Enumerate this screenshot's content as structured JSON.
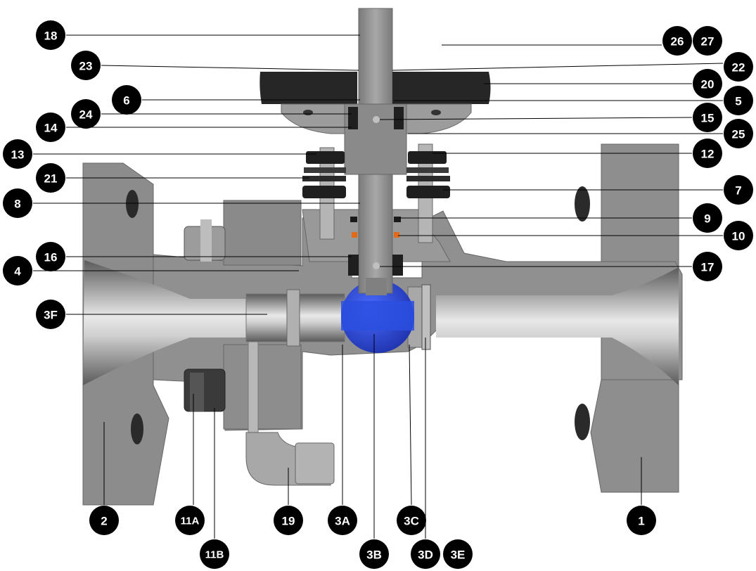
{
  "diagram": {
    "colors": {
      "body": "#8e8e8e",
      "body_light": "#b5b5b5",
      "body_dark": "#6e6e6e",
      "handle": "#262626",
      "ball": "#2244cc",
      "seal": "#e06a1a",
      "callout": "#000000",
      "callout_text": "#ffffff",
      "leader": "#000000"
    },
    "callouts": [
      {
        "id": "c18",
        "label": "18"
      },
      {
        "id": "c23",
        "label": "23"
      },
      {
        "id": "c6",
        "label": "6"
      },
      {
        "id": "c24",
        "label": "24"
      },
      {
        "id": "c14",
        "label": "14"
      },
      {
        "id": "c13",
        "label": "13"
      },
      {
        "id": "c21",
        "label": "21"
      },
      {
        "id": "c8",
        "label": "8"
      },
      {
        "id": "c16",
        "label": "16"
      },
      {
        "id": "c4",
        "label": "4"
      },
      {
        "id": "c3F",
        "label": "3F"
      },
      {
        "id": "c26",
        "label": "26"
      },
      {
        "id": "c27",
        "label": "27"
      },
      {
        "id": "c22",
        "label": "22"
      },
      {
        "id": "c20",
        "label": "20"
      },
      {
        "id": "c5",
        "label": "5"
      },
      {
        "id": "c15",
        "label": "15"
      },
      {
        "id": "c25",
        "label": "25"
      },
      {
        "id": "c12",
        "label": "12"
      },
      {
        "id": "c7",
        "label": "7"
      },
      {
        "id": "c9",
        "label": "9"
      },
      {
        "id": "c10",
        "label": "10"
      },
      {
        "id": "c17",
        "label": "17"
      },
      {
        "id": "c2",
        "label": "2"
      },
      {
        "id": "c11A",
        "label": "11A"
      },
      {
        "id": "c11B",
        "label": "11B"
      },
      {
        "id": "c19",
        "label": "19"
      },
      {
        "id": "c3A",
        "label": "3A"
      },
      {
        "id": "c3B",
        "label": "3B"
      },
      {
        "id": "c3C",
        "label": "3C"
      },
      {
        "id": "c3D",
        "label": "3D"
      },
      {
        "id": "c3E",
        "label": "3E"
      },
      {
        "id": "c1",
        "label": "1"
      }
    ]
  }
}
